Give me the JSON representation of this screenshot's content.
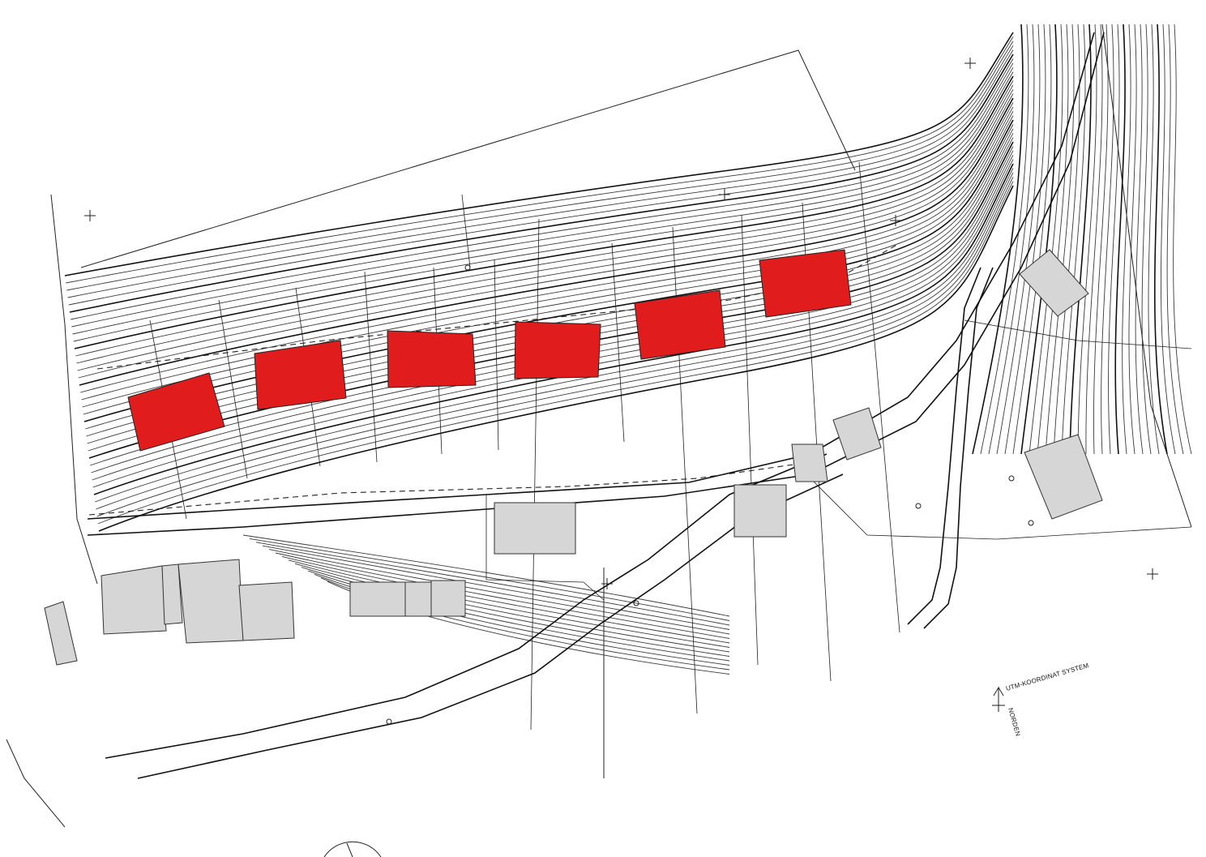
{
  "map": {
    "colors": {
      "plot_fill": "#e11c1c",
      "existing_building_fill": "#d6d6d6",
      "line_color": "#222222",
      "background": "#ffffff"
    },
    "proposed_plots_count": 6,
    "compass": {
      "system_label": "UTM-KOORDINAT SYSTEM",
      "north_label": "NORDEN",
      "arrow_icon": "north-arrow-icon"
    }
  }
}
